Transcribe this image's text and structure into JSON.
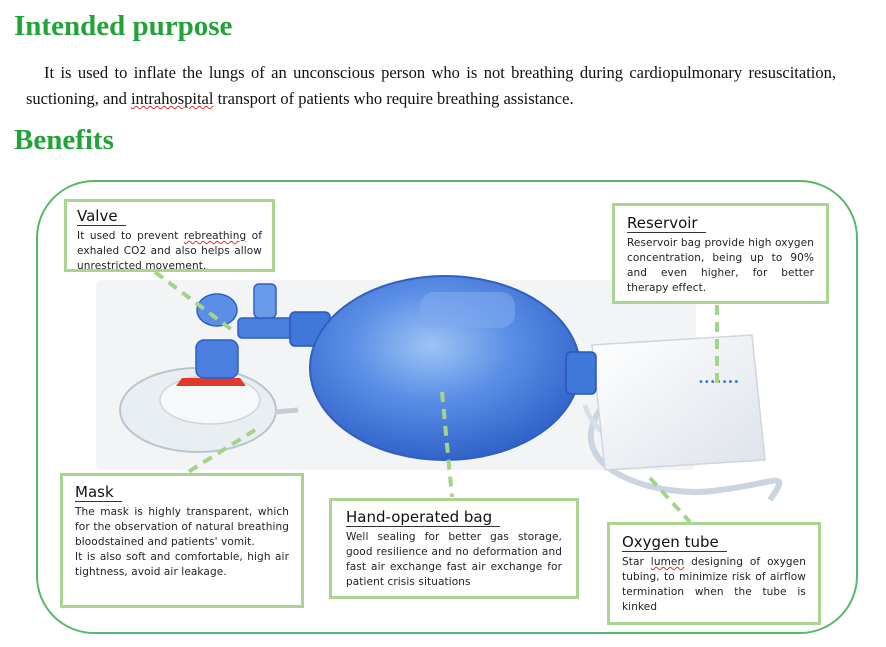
{
  "purpose": {
    "heading": "Intended purpose",
    "text_before": "It is used to inflate the lungs of an unconscious person who is not breathing during cardiopulmonary resuscitation, suctioning, and ",
    "text_flagged": "intrahospital",
    "text_after": " transport of patients who require breathing assistance."
  },
  "benefits": {
    "heading": "Benefits"
  },
  "callouts": {
    "valve": {
      "title": "Valve",
      "body_before": "It used to prevent ",
      "body_flagged": "rebreathing",
      "body_after": " of exhaled CO2 and also helps allow unrestricted movement."
    },
    "reservoir": {
      "title": "Reservoir",
      "body": "Reservoir bag provide high oxygen concentration, being up to 90% and even higher, for better therapy effect."
    },
    "mask": {
      "title": "Mask",
      "body": "The mask is highly transparent, which for the observation of natural breathing bloodstained and patients' vomit.",
      "body2": "It is also soft and comfortable, high air tightness, avoid air leakage."
    },
    "bag": {
      "title": "Hand-operated bag",
      "body": "Well sealing for better gas storage, good resilience and no deformation and fast air exchange fast air exchange for patient crisis situations"
    },
    "oxygen": {
      "title": "Oxygen tube",
      "body_before": "Star ",
      "body_flagged": "lumen",
      "body_after": " designing of oxygen tubing, to minimize risk of airflow termination when the tube is kinked"
    }
  },
  "colors": {
    "heading_green": "#22a33a",
    "frame_green": "#55b86a",
    "callout_border": "#a9d590",
    "leader_dash": "#a4d48a",
    "bag_blue": "#3f78d8",
    "valve_red": "#e23a2a"
  }
}
